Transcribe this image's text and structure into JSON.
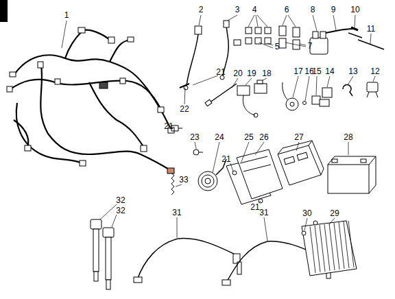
{
  "diagram": {
    "labels": [
      "1",
      "2",
      "3",
      "4",
      "6",
      "8",
      "9",
      "10",
      "11",
      "5",
      "7",
      "21",
      "20",
      "19",
      "18",
      "17",
      "16",
      "15",
      "14",
      "13",
      "12",
      "22",
      "21",
      "23",
      "24",
      "25",
      "26",
      "27",
      "28",
      "21",
      "21",
      "33",
      "32",
      "32",
      "31",
      "31",
      "30",
      "29"
    ]
  }
}
